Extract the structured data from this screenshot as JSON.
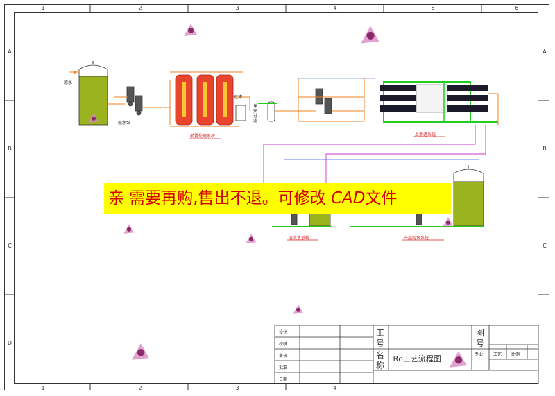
{
  "frame": {
    "col_numbers_top": [
      "1",
      "2",
      "3",
      "4",
      "5",
      "6"
    ],
    "col_numbers_bottom": [
      "1",
      "2",
      "3",
      "4"
    ],
    "row_letters": [
      "A",
      "B",
      "C",
      "D"
    ]
  },
  "labels": {
    "raw_water": "原水",
    "lift_pump": "原水泵",
    "pretreat_system": "前置处理系统",
    "filter_note": "过滤",
    "security_filter": "保安过滤",
    "ro_system": "反渗透系统",
    "dosing_system": "清洗水系统",
    "product_system": "产品纯水系统"
  },
  "banner": {
    "text_before": "亲 需要再购,售出不退。可修改 ",
    "cad": "CAD",
    "text_after": "文件"
  },
  "title_block": {
    "rows": [
      "设计",
      "校核",
      "审核",
      "批准",
      "日期"
    ],
    "gong": "工",
    "hao": "号",
    "ming": "名",
    "cheng": "称",
    "drawing_name": "Ro工艺流程图",
    "tu": "图",
    "tuhao": "号",
    "zhuanye": "专业",
    "gongyi": "工艺",
    "bili": "比例"
  },
  "colors": {
    "tank_fill": "#9ab31e",
    "filter_red": "#e8452c",
    "green_pipe": "#22cc22",
    "orange_pipe": "#f08020",
    "magenta_pipe": "#cc33cc",
    "blue_pipe": "#3355dd",
    "banner_bg": "#ffff00",
    "banner_text": "#d40000"
  }
}
